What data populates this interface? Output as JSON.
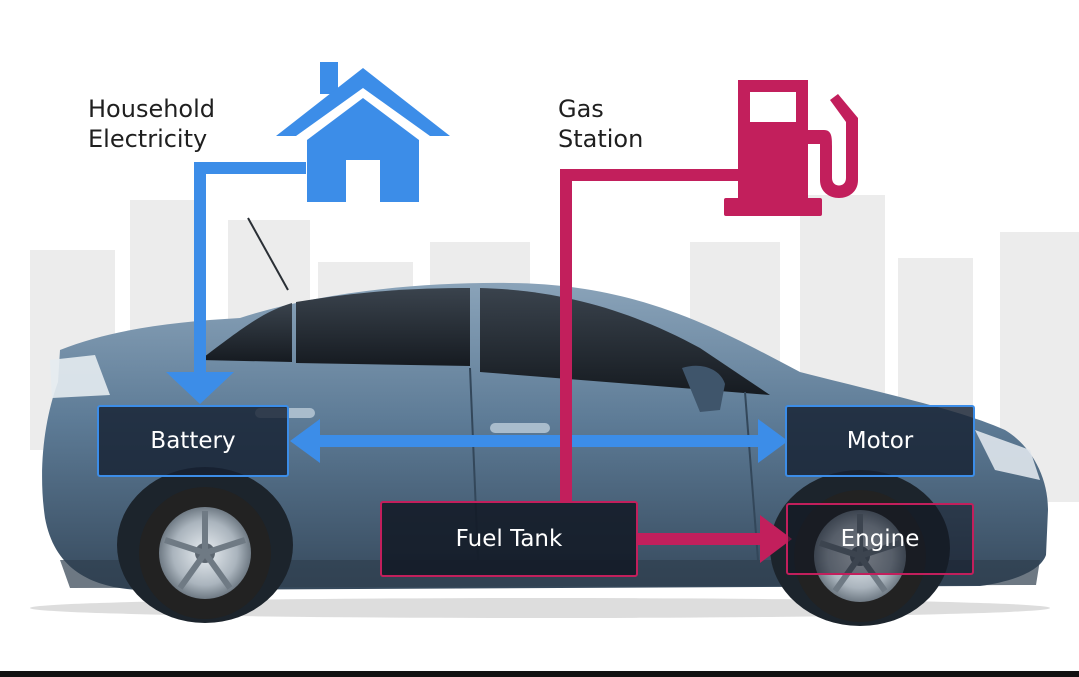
{
  "labels": {
    "household": "Household\nElectricity",
    "gas_station": "Gas\nStation"
  },
  "nodes": {
    "battery": "Battery",
    "motor": "Motor",
    "fuel_tank": "Fuel Tank",
    "engine": "Engine"
  },
  "icons": {
    "house": "house-icon",
    "fuel_pump": "fuel-pump-icon",
    "car": "car-illustration"
  },
  "colors": {
    "electric_flow": "#3c8de8",
    "fuel_flow": "#c21f5c",
    "car_body": "#5f7d98",
    "node_fill": "#162132",
    "city_skyline": "#ececec"
  }
}
